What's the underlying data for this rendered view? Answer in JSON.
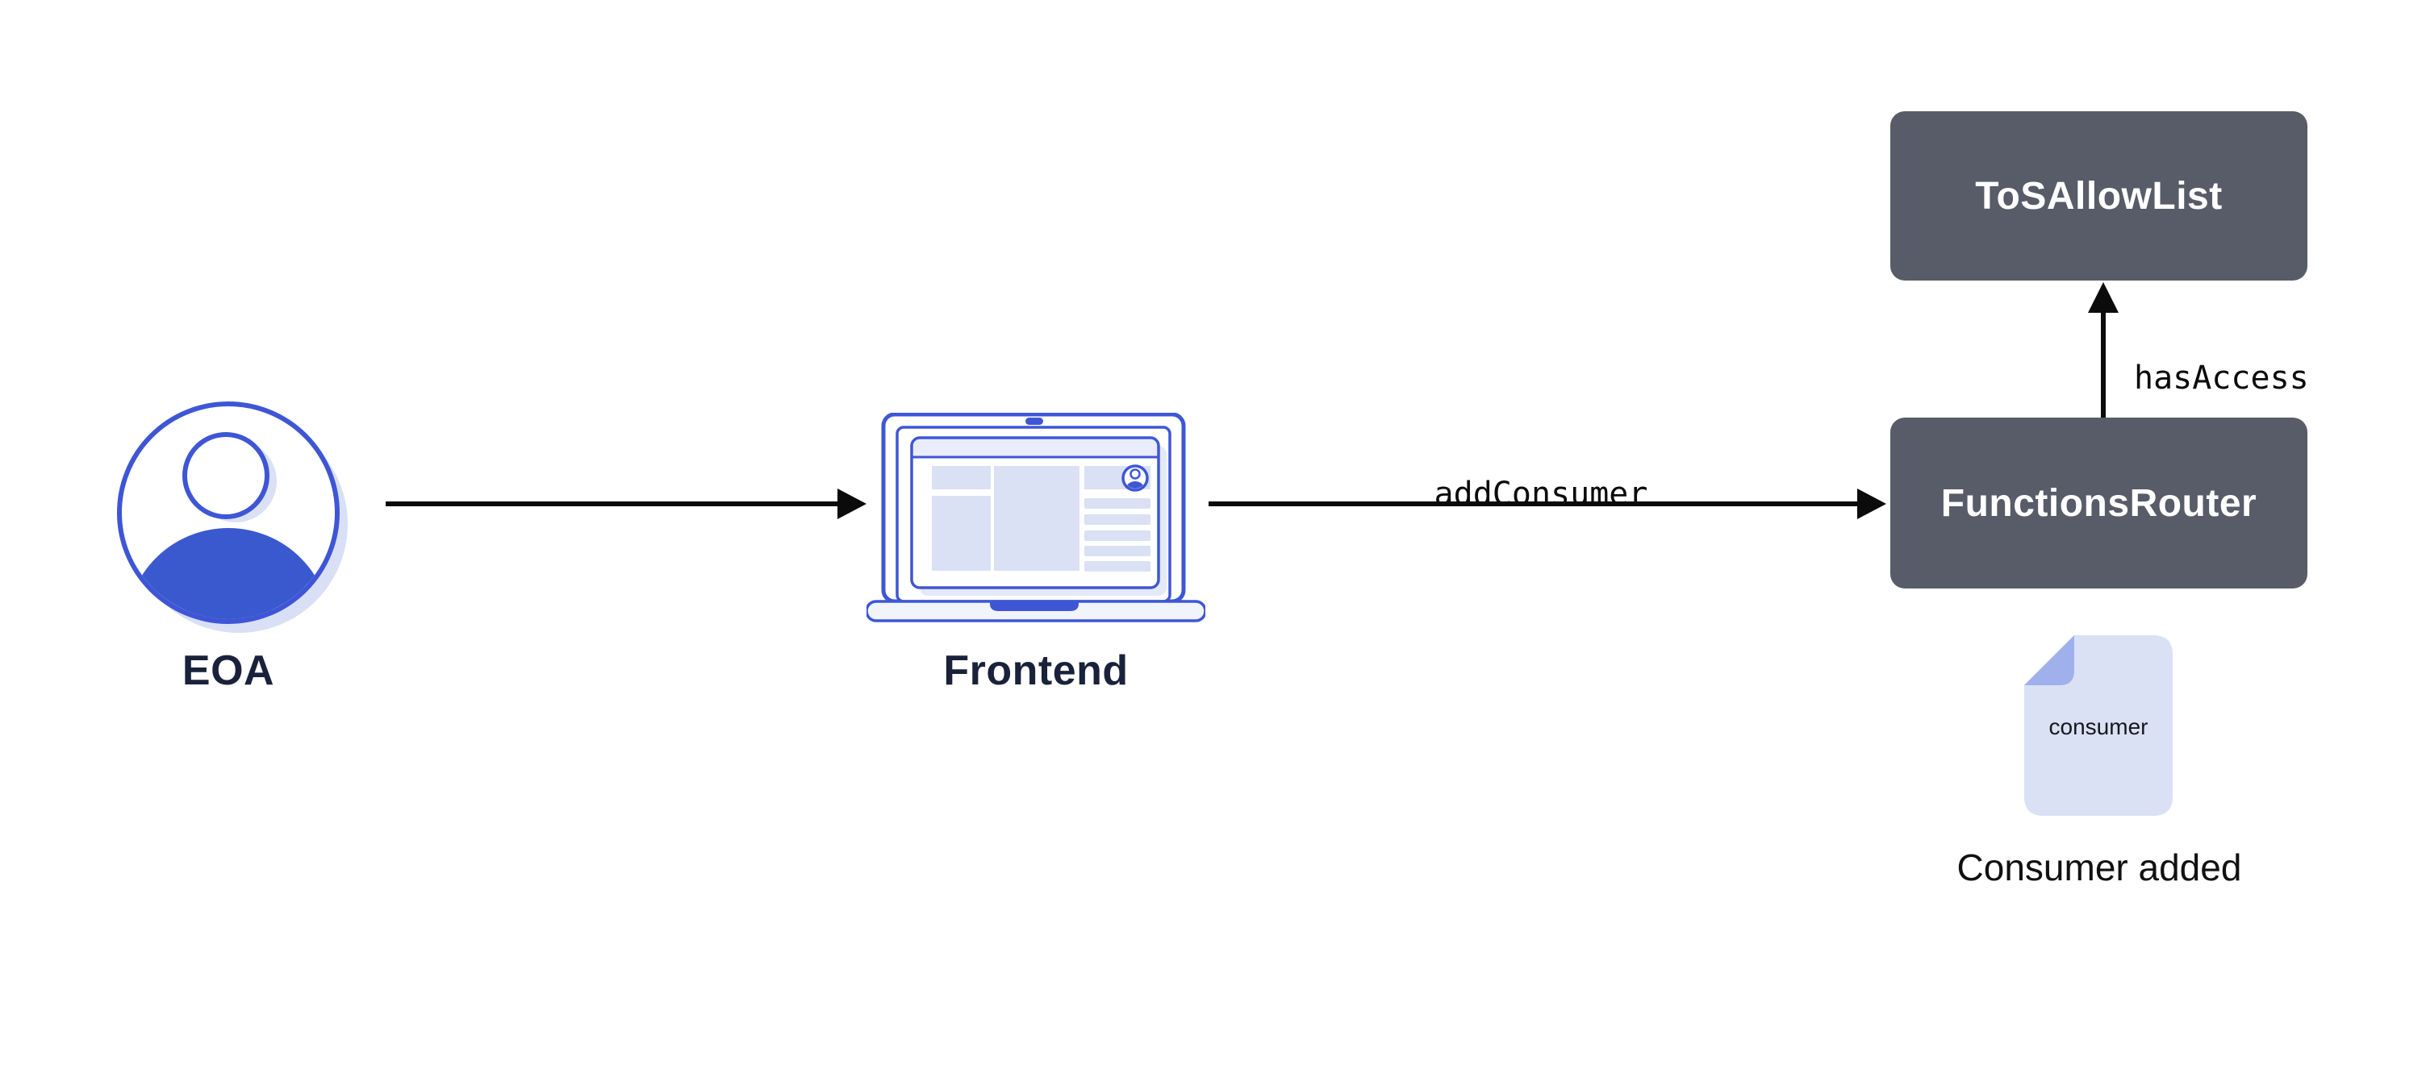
{
  "diagram": {
    "nodes": {
      "eoa": {
        "label": "EOA",
        "icon": "user-avatar-icon"
      },
      "frontend": {
        "label": "Frontend",
        "icon": "laptop-icon"
      },
      "functions_router": {
        "label": "FunctionsRouter"
      },
      "tos_allow_list": {
        "label": "ToSAllowList"
      },
      "consumer_doc": {
        "file_label": "consumer",
        "caption": "Consumer added",
        "icon": "document-icon"
      }
    },
    "edges": {
      "eoa_to_frontend": {
        "label": ""
      },
      "frontend_to_functions_router": {
        "label": "addConsumer"
      },
      "functions_router_to_tos_allow_list": {
        "label": "hasAccess"
      }
    },
    "colors": {
      "background": "#FFFFFF",
      "accent_blue": "#3E56D6",
      "fill_blue": "#3A59CF",
      "light_lavender": "#DAE1F5",
      "fold_periwinkle": "#9FB0EC",
      "contract_box": "#575C68",
      "contract_text": "#FFFFFF",
      "label_navy": "#19223A",
      "arrow_black": "#0B0B0B"
    }
  }
}
